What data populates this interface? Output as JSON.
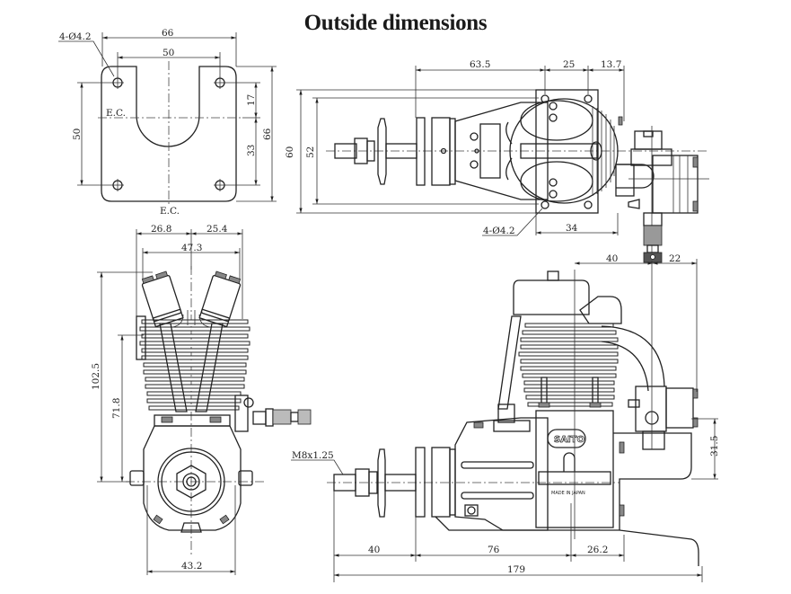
{
  "title": "Outside dimensions",
  "mount_plate": {
    "hole_note": "4-Ø4.2",
    "width_outer": "66",
    "width_holes": "50",
    "height_holes": "50",
    "height_outer": "66",
    "upper_to_ec": "17",
    "ec_to_lower": "33",
    "ec_label_side": "E.C.",
    "ec_label_bottom": "E.C."
  },
  "top_view": {
    "prop_to_mount": "63.5",
    "mount_hole_spacing": "25",
    "mount_to_rear": "13.7",
    "height_outer": "60",
    "height_inner": "52",
    "hole_note": "4-Ø4.2",
    "mount_width": "34",
    "carb_offset_left": "40",
    "carb_offset_right": "22"
  },
  "front_view": {
    "left_half": "26.8",
    "right_half": "25.4",
    "head_span": "47.3",
    "total_height": "102.5",
    "crank_to_head": "71.8",
    "base_width": "43.2"
  },
  "side_view": {
    "thread": "M8x1.25",
    "shaft_length": "40",
    "body_length": "76",
    "rear_length": "26.2",
    "overall_length": "179",
    "mount_height": "31.5",
    "brand": "SAITO",
    "origin": "MADE IN JAPAN"
  }
}
